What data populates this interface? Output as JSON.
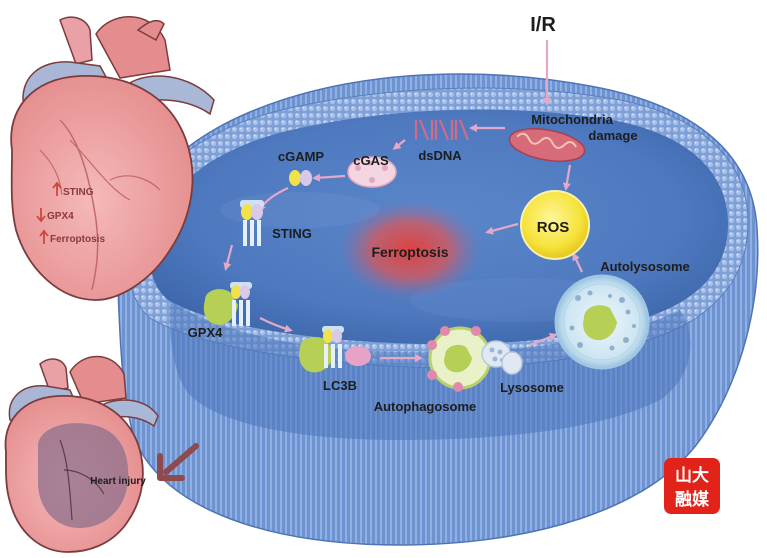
{
  "trigger": "I/R",
  "mitochondria": {
    "line1": "Mitochondria",
    "line2": "damage"
  },
  "dsdna": "dsDNA",
  "cgas": "cGAS",
  "cgamp": "cGAMP",
  "sting": "STING",
  "gpx4": "GPX4",
  "lc3b": "LC3B",
  "autophagosome": "Autophagosome",
  "lysosome": "Lysosome",
  "autolysosome": "Autolysosome",
  "ros": "ROS",
  "ferroptosis": "Ferroptosis",
  "heart_top": {
    "items": [
      {
        "text": "STING",
        "direction": "up"
      },
      {
        "text": "GPX4",
        "direction": "down"
      },
      {
        "text": "Ferroptosis",
        "direction": "up"
      }
    ]
  },
  "heart_bottom": {
    "label": "Heart injury"
  },
  "logo": {
    "line1": "山大",
    "line2": "融媒"
  },
  "colors": {
    "membrane": "#7ea0d6",
    "cytoplasm": "#5b84c6",
    "ros": "#f6e33a",
    "ferroptosis": "#e0413e",
    "arrow": "#e4a8c8",
    "logo": "#e2231a"
  }
}
